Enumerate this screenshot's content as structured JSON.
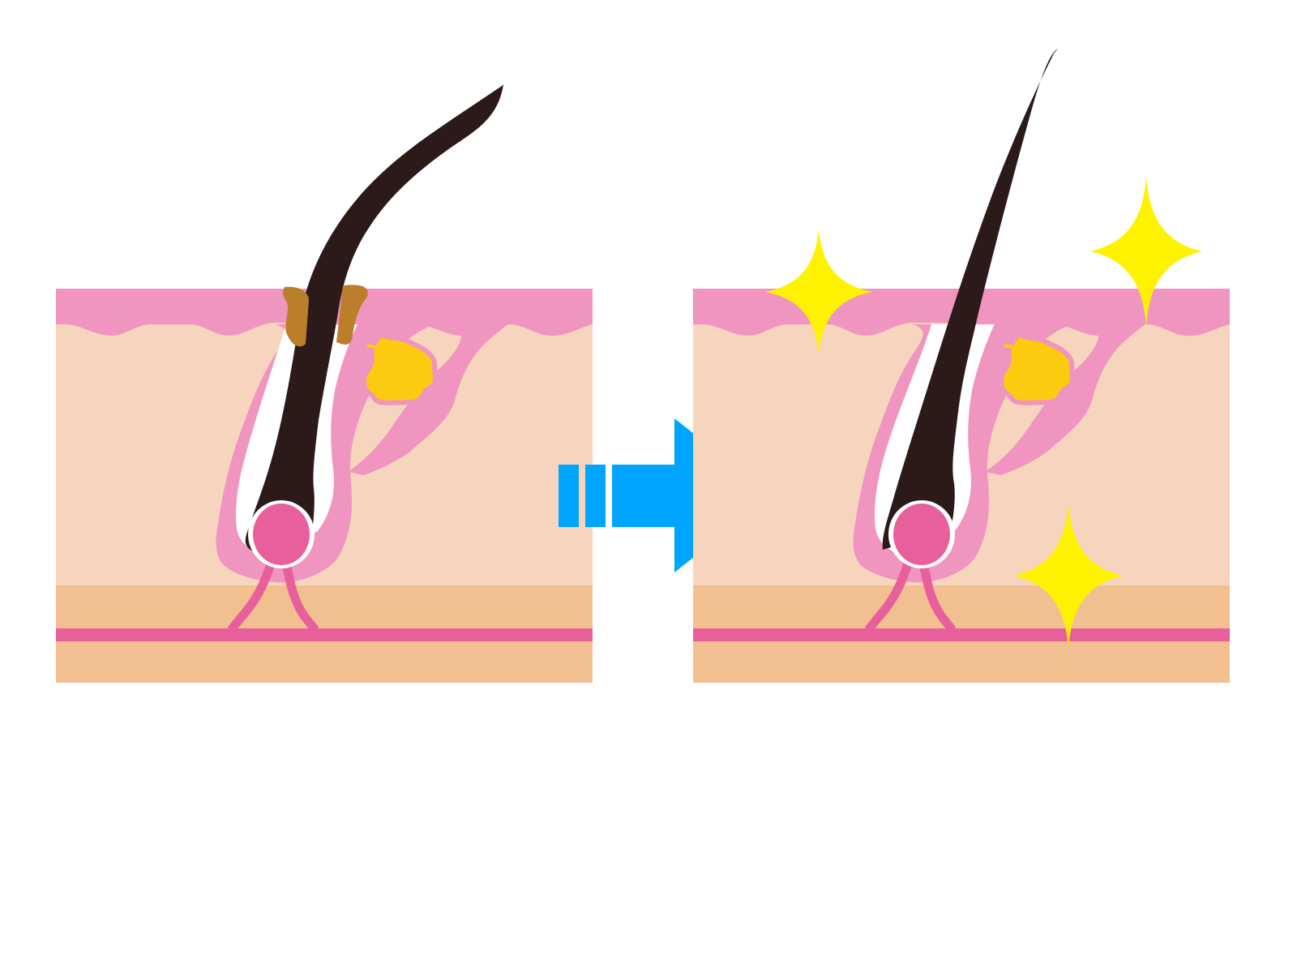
{
  "diagram": {
    "panels": [
      {
        "id": "before",
        "hair": "dark",
        "sebum_plug": true,
        "sparkles": 0
      },
      {
        "id": "after",
        "hair": "dark",
        "sebum_plug": false,
        "sparkles": 3
      }
    ],
    "arrow": {
      "direction": "right",
      "prefix_bars": 2
    }
  },
  "colors": {
    "epidermis": "#ef95bf",
    "dermis": "#f6d4be",
    "subcutis": "#f2c090",
    "vessel": "#e8609b",
    "hair": "#2c1a1b",
    "papilla": "#e8609b",
    "sebaceous": "#fcca0f",
    "sebum_plug": "#bb7e2a",
    "arrow": "#00a5ff",
    "sparkle": "#fff200"
  }
}
